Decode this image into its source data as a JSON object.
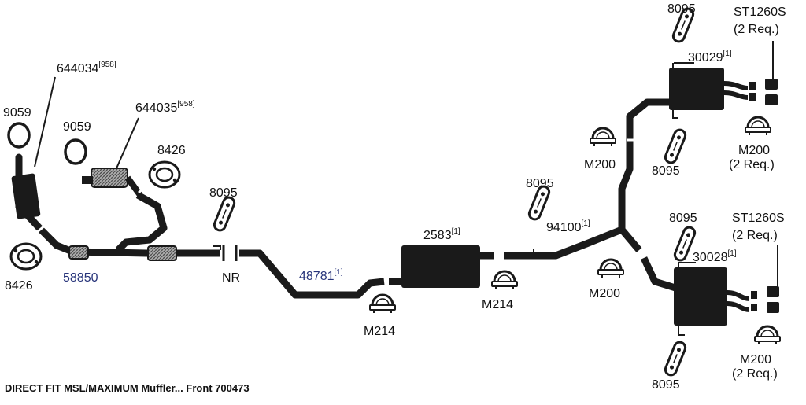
{
  "caption": "DIRECT FIT MSL/MAXIMUM Muffler... Front 700473",
  "colors": {
    "part": "#1a1a1a",
    "label_blue": "#27347a",
    "background": "#ffffff"
  },
  "labels": {
    "p644034": "644034",
    "p644034_sup": "[958]",
    "p644035": "644035",
    "p644035_sup": "[958]",
    "g9059_a": "9059",
    "g9059_b": "9059",
    "g8426_a": "8426",
    "g8426_b": "8426",
    "p58850": "58850",
    "nr": "NR",
    "h8095_a": "8095",
    "p48781": "48781",
    "p48781_sup": "[1]",
    "m214_a": "M214",
    "m214_b": "M214",
    "p2583": "2583",
    "p2583_sup": "[1]",
    "h8095_b": "8095",
    "p94100": "94100",
    "p94100_sup": "[1]",
    "m200_a": "M200",
    "m200_b": "M200",
    "h8095_c": "8095",
    "h8095_d": "8095",
    "p30029": "30029",
    "p30029_sup": "[1]",
    "st_a": "ST1260S",
    "st_a_req": "(2 Req.)",
    "m200_c": "M200",
    "m200_c_req": "(2 Req.)",
    "h8095_e": "8095",
    "st_b": "ST1260S",
    "st_b_req": "(2 Req.)",
    "p30028": "30028",
    "p30028_sup": "[1]",
    "m200_d": "M200",
    "m200_d_req": "(2 Req.)",
    "h8095_f": "8095"
  }
}
